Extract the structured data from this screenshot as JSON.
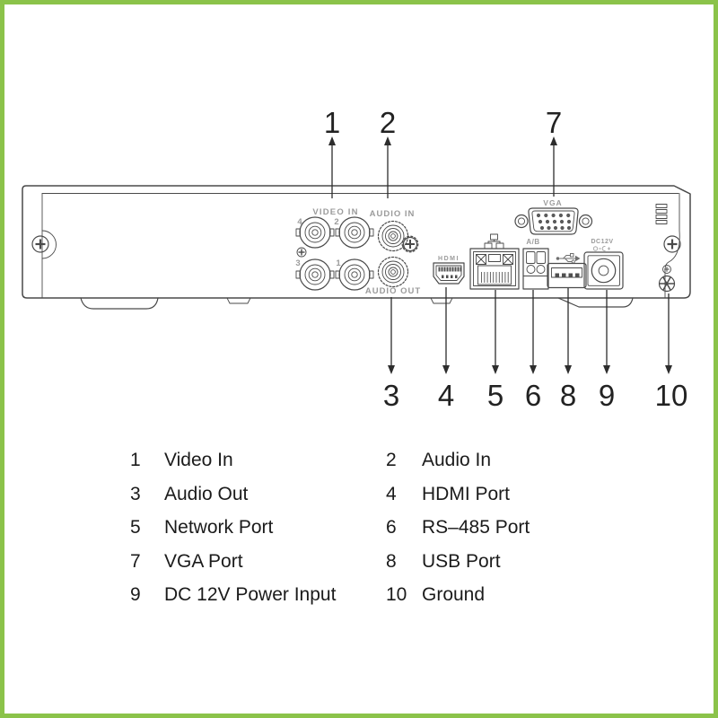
{
  "frame": {
    "border_color": "#8bc34a"
  },
  "colors": {
    "line": "#4a4a4a",
    "panel_label": "#9b9b9b",
    "text": "#1b1b1b"
  },
  "panel": {
    "video_in_label": "VIDEO IN",
    "audio_in_label": "AUDIO IN",
    "audio_out_label": "AUDIO OUT",
    "hdmi_label": "HDMI",
    "rs485_label": "A/B",
    "vga_label": "VGA",
    "dc12v_label": "DC12V",
    "bnc_numbers": {
      "top_left": "4",
      "top_right": "2",
      "bottom_left": "3",
      "bottom_right": "1"
    }
  },
  "callouts": {
    "top": [
      {
        "n": "1"
      },
      {
        "n": "2"
      },
      {
        "n": "7"
      }
    ],
    "bottom": [
      {
        "n": "3"
      },
      {
        "n": "4"
      },
      {
        "n": "5"
      },
      {
        "n": "6"
      },
      {
        "n": "8"
      },
      {
        "n": "9"
      },
      {
        "n": "10"
      }
    ]
  },
  "legend": {
    "rows": [
      {
        "n1": "1",
        "l1": "Video In",
        "n2": "2",
        "l2": "Audio In"
      },
      {
        "n1": "3",
        "l1": "Audio Out",
        "n2": "4",
        "l2": "HDMI Port"
      },
      {
        "n1": "5",
        "l1": "Network Port",
        "n2": "6",
        "l2": "RS–485 Port"
      },
      {
        "n1": "7",
        "l1": "VGA Port",
        "n2": "8",
        "l2": "USB Port"
      },
      {
        "n1": "9",
        "l1": "DC 12V Power Input",
        "n2": "10",
        "l2": "Ground"
      }
    ]
  }
}
